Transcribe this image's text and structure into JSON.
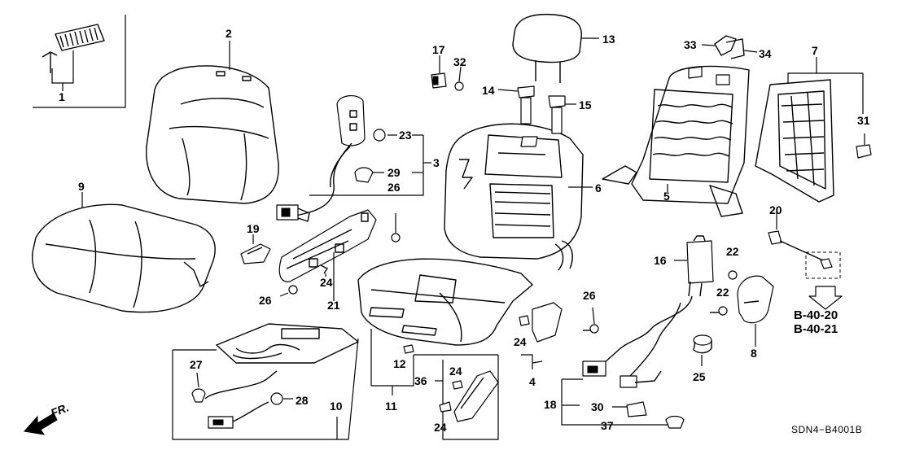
{
  "diagram": {
    "callouts": [
      {
        "id": "c1",
        "text": "1"
      },
      {
        "id": "c2",
        "text": "2"
      },
      {
        "id": "c3",
        "text": "3"
      },
      {
        "id": "c4",
        "text": "4"
      },
      {
        "id": "c5",
        "text": "5"
      },
      {
        "id": "c6",
        "text": "6"
      },
      {
        "id": "c7",
        "text": "7"
      },
      {
        "id": "c8",
        "text": "8"
      },
      {
        "id": "c9",
        "text": "9"
      },
      {
        "id": "c10",
        "text": "10"
      },
      {
        "id": "c11",
        "text": "11"
      },
      {
        "id": "c12",
        "text": "12"
      },
      {
        "id": "c13",
        "text": "13"
      },
      {
        "id": "c14",
        "text": "14"
      },
      {
        "id": "c15",
        "text": "15"
      },
      {
        "id": "c16",
        "text": "16"
      },
      {
        "id": "c17",
        "text": "17"
      },
      {
        "id": "c18",
        "text": "18"
      },
      {
        "id": "c19",
        "text": "19"
      },
      {
        "id": "c20",
        "text": "20"
      },
      {
        "id": "c21",
        "text": "21"
      },
      {
        "id": "c22a",
        "text": "22"
      },
      {
        "id": "c22b",
        "text": "22"
      },
      {
        "id": "c23",
        "text": "23"
      },
      {
        "id": "c24a",
        "text": "24"
      },
      {
        "id": "c24b",
        "text": "24"
      },
      {
        "id": "c24c",
        "text": "24"
      },
      {
        "id": "c24d",
        "text": "24"
      },
      {
        "id": "c25",
        "text": "25"
      },
      {
        "id": "c26a",
        "text": "26"
      },
      {
        "id": "c26b",
        "text": "26"
      },
      {
        "id": "c26c",
        "text": "26"
      },
      {
        "id": "c27",
        "text": "27"
      },
      {
        "id": "c28",
        "text": "28"
      },
      {
        "id": "c29",
        "text": "29"
      },
      {
        "id": "c30",
        "text": "30"
      },
      {
        "id": "c31",
        "text": "31"
      },
      {
        "id": "c32",
        "text": "32"
      },
      {
        "id": "c33",
        "text": "33"
      },
      {
        "id": "c34",
        "text": "34"
      },
      {
        "id": "c36",
        "text": "36"
      },
      {
        "id": "c37",
        "text": "37"
      }
    ],
    "page_refs": [
      "B-40-20",
      "B-40-21"
    ],
    "direction_label": "FR.",
    "drawing_code": "SDN4−B4001B"
  }
}
